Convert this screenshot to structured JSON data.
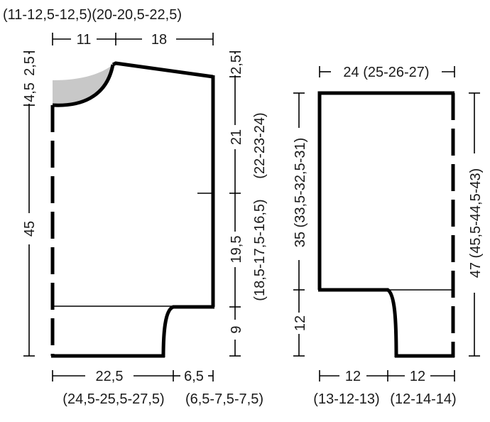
{
  "colors": {
    "outline": "#000000",
    "text": "#1a1a1a",
    "shaded": "#c8c8c8"
  },
  "left_piece": {
    "top_label": "(11-12,5-12,5)(20-20,5-22,5)",
    "top_neck": "11",
    "top_shoulder": "18",
    "left_neck_depth_small": "2,5",
    "left_neck_depth_large": "4,5",
    "left_height": "45",
    "right_shoulder_drop": "2,5",
    "right_armhole": "21",
    "right_armhole_sizes": "(22-23-24)",
    "right_side": "19,5",
    "right_side_sizes": "(18,5-17,5-16,5)",
    "right_bottom": "9",
    "bottom_width": "22,5",
    "bottom_width_sizes": "(24,5-25,5-27,5)",
    "bottom_extension": "6,5",
    "bottom_extension_sizes": "(6,5-7,5-7,5)"
  },
  "right_piece": {
    "top_width": "24 (25-26-27)",
    "left_upper": "35 (33,5-32,5-31)",
    "left_lower": "12",
    "right_total": "47 (45,5-44,5-43)",
    "bottom_left": "12",
    "bottom_right": "12",
    "bottom_left_sizes": "(13-12-13)",
    "bottom_right_sizes": "(12-14-14)"
  }
}
